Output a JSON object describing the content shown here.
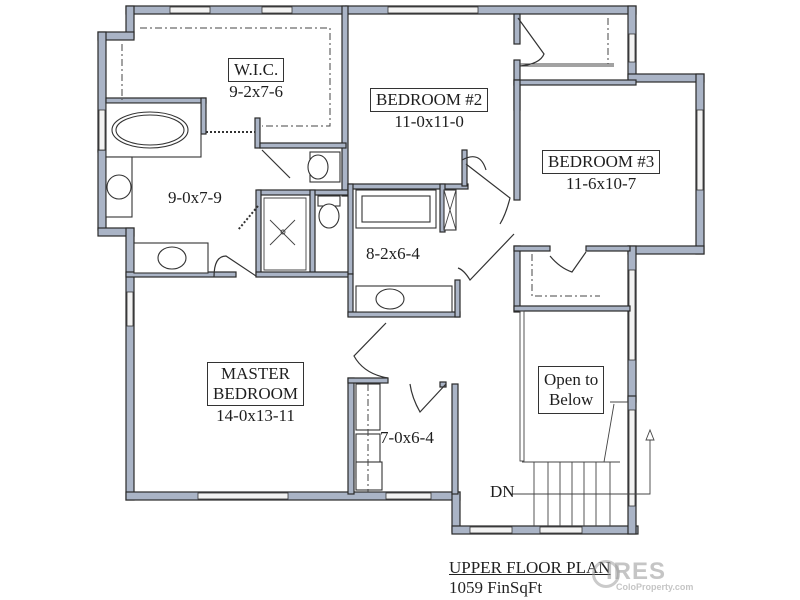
{
  "plan": {
    "title": "UPPER FLOOR PLAN",
    "area": "1059 FinSqFt",
    "rooms": {
      "wic": {
        "name": "W.I.C.",
        "dims": "9-2x7-6"
      },
      "master_bath": {
        "name": "",
        "dims": "9-0x7-9"
      },
      "bedroom2": {
        "name": "BEDROOM #2",
        "dims": "11-0x11-0"
      },
      "bedroom3": {
        "name": "BEDROOM #3",
        "dims": "11-6x10-7"
      },
      "hall_bath": {
        "name": "",
        "dims": "8-2x6-4"
      },
      "master_bedroom": {
        "name_line1": "MASTER",
        "name_line2": "BEDROOM",
        "dims": "14-0x13-11"
      },
      "laundry": {
        "name": "",
        "dims": "7-0x6-4"
      },
      "open_to_below": {
        "line1": "Open to",
        "line2": "Below"
      }
    },
    "stair_label": "DN"
  },
  "watermark": {
    "brand": "IRES",
    "site": "ColoProperty.com"
  },
  "colors": {
    "wall_fill": "#aab4c6",
    "wall_stroke": "#2a2a2a",
    "background": "#ffffff"
  }
}
